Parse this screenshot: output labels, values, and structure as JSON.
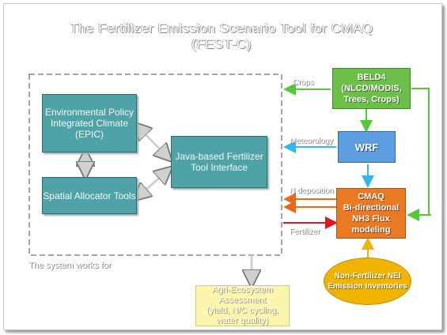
{
  "title": {
    "line1": "The Fertilizer Emission Scenario Tool for CMAQ",
    "line2": "(FEST-C)"
  },
  "nodes": {
    "epic": "Environmental Policy Integrated Climate (EPIC)",
    "sa": "Spatial Allocator Tools",
    "java": "Java-based Fertilizer Tool Interface",
    "beld4": "BELD4\n(NLCD/MODIS, Trees, Crops)",
    "wrf": "WRF",
    "cmaq": "CMAQ\nBi-directional NH3 Flux modeling",
    "nonfert": "Non-Fertilizer NEI Emission Inventories",
    "agri": "Agri-Ecosystem Assessment\n(yield, N/C cycling, water quality)"
  },
  "edge_labels": {
    "crops": "Crops",
    "meteorology": "Meteorology",
    "deposition": "N deposition",
    "fertilizer": "Fertilizer"
  },
  "system_label": "The system works for",
  "colors": {
    "green_edge": "#55c83a",
    "blue_edge": "#35b6ef",
    "orange_edge": "#e86a1c",
    "red_edge": "#e01818",
    "yellow_edge": "#f0b400",
    "dashed_box": "#888888"
  }
}
